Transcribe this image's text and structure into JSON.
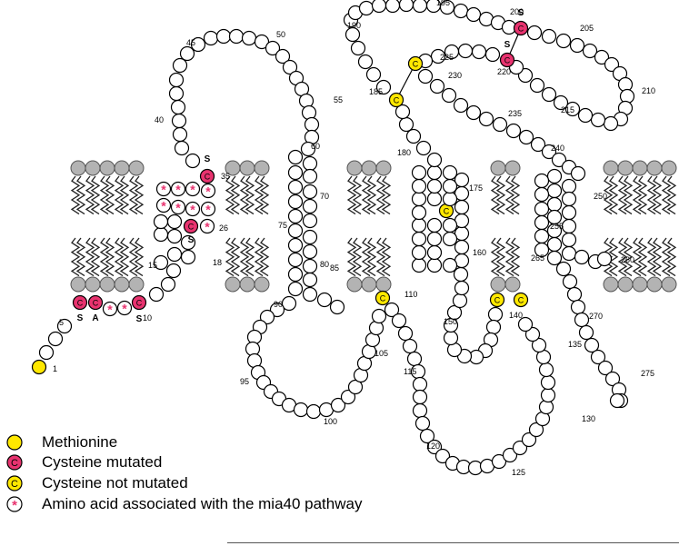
{
  "legend": {
    "items": [
      {
        "label": "Methionine",
        "kind": "methionine"
      },
      {
        "label": "Cysteine mutated",
        "kind": "cys_mut"
      },
      {
        "label": "Cysteine not mutated",
        "kind": "cys"
      },
      {
        "label": "Amino acid associated with the mia40 pathway",
        "kind": "mia"
      }
    ]
  },
  "colors": {
    "methionine": "#ffe800",
    "cysteine_mutated": "#e8336f",
    "cysteine_not_mutated": "#ffe800",
    "mia40_star": "#e8336f",
    "lipid_head": "#b3b3b3",
    "residue_fill": "#ffffff",
    "residue_stroke": "#000000"
  },
  "residue_letters": {
    "cysteine": "C",
    "serine": "S",
    "alanine": "A",
    "mia40": "*"
  },
  "residue_numbers": [
    "1",
    "5",
    "10",
    "15",
    "18",
    "26",
    "35",
    "40",
    "45",
    "50",
    "55",
    "60",
    "70",
    "75",
    "80",
    "85",
    "90",
    "95",
    "100",
    "105",
    "110",
    "115",
    "120",
    "125",
    "130",
    "135",
    "140",
    "150",
    "160",
    "175",
    "180",
    "185",
    "190",
    "195",
    "200",
    "205",
    "210",
    "215",
    "220",
    "225",
    "230",
    "235",
    "240",
    "250",
    "255",
    "260",
    "265",
    "270",
    "275"
  ]
}
